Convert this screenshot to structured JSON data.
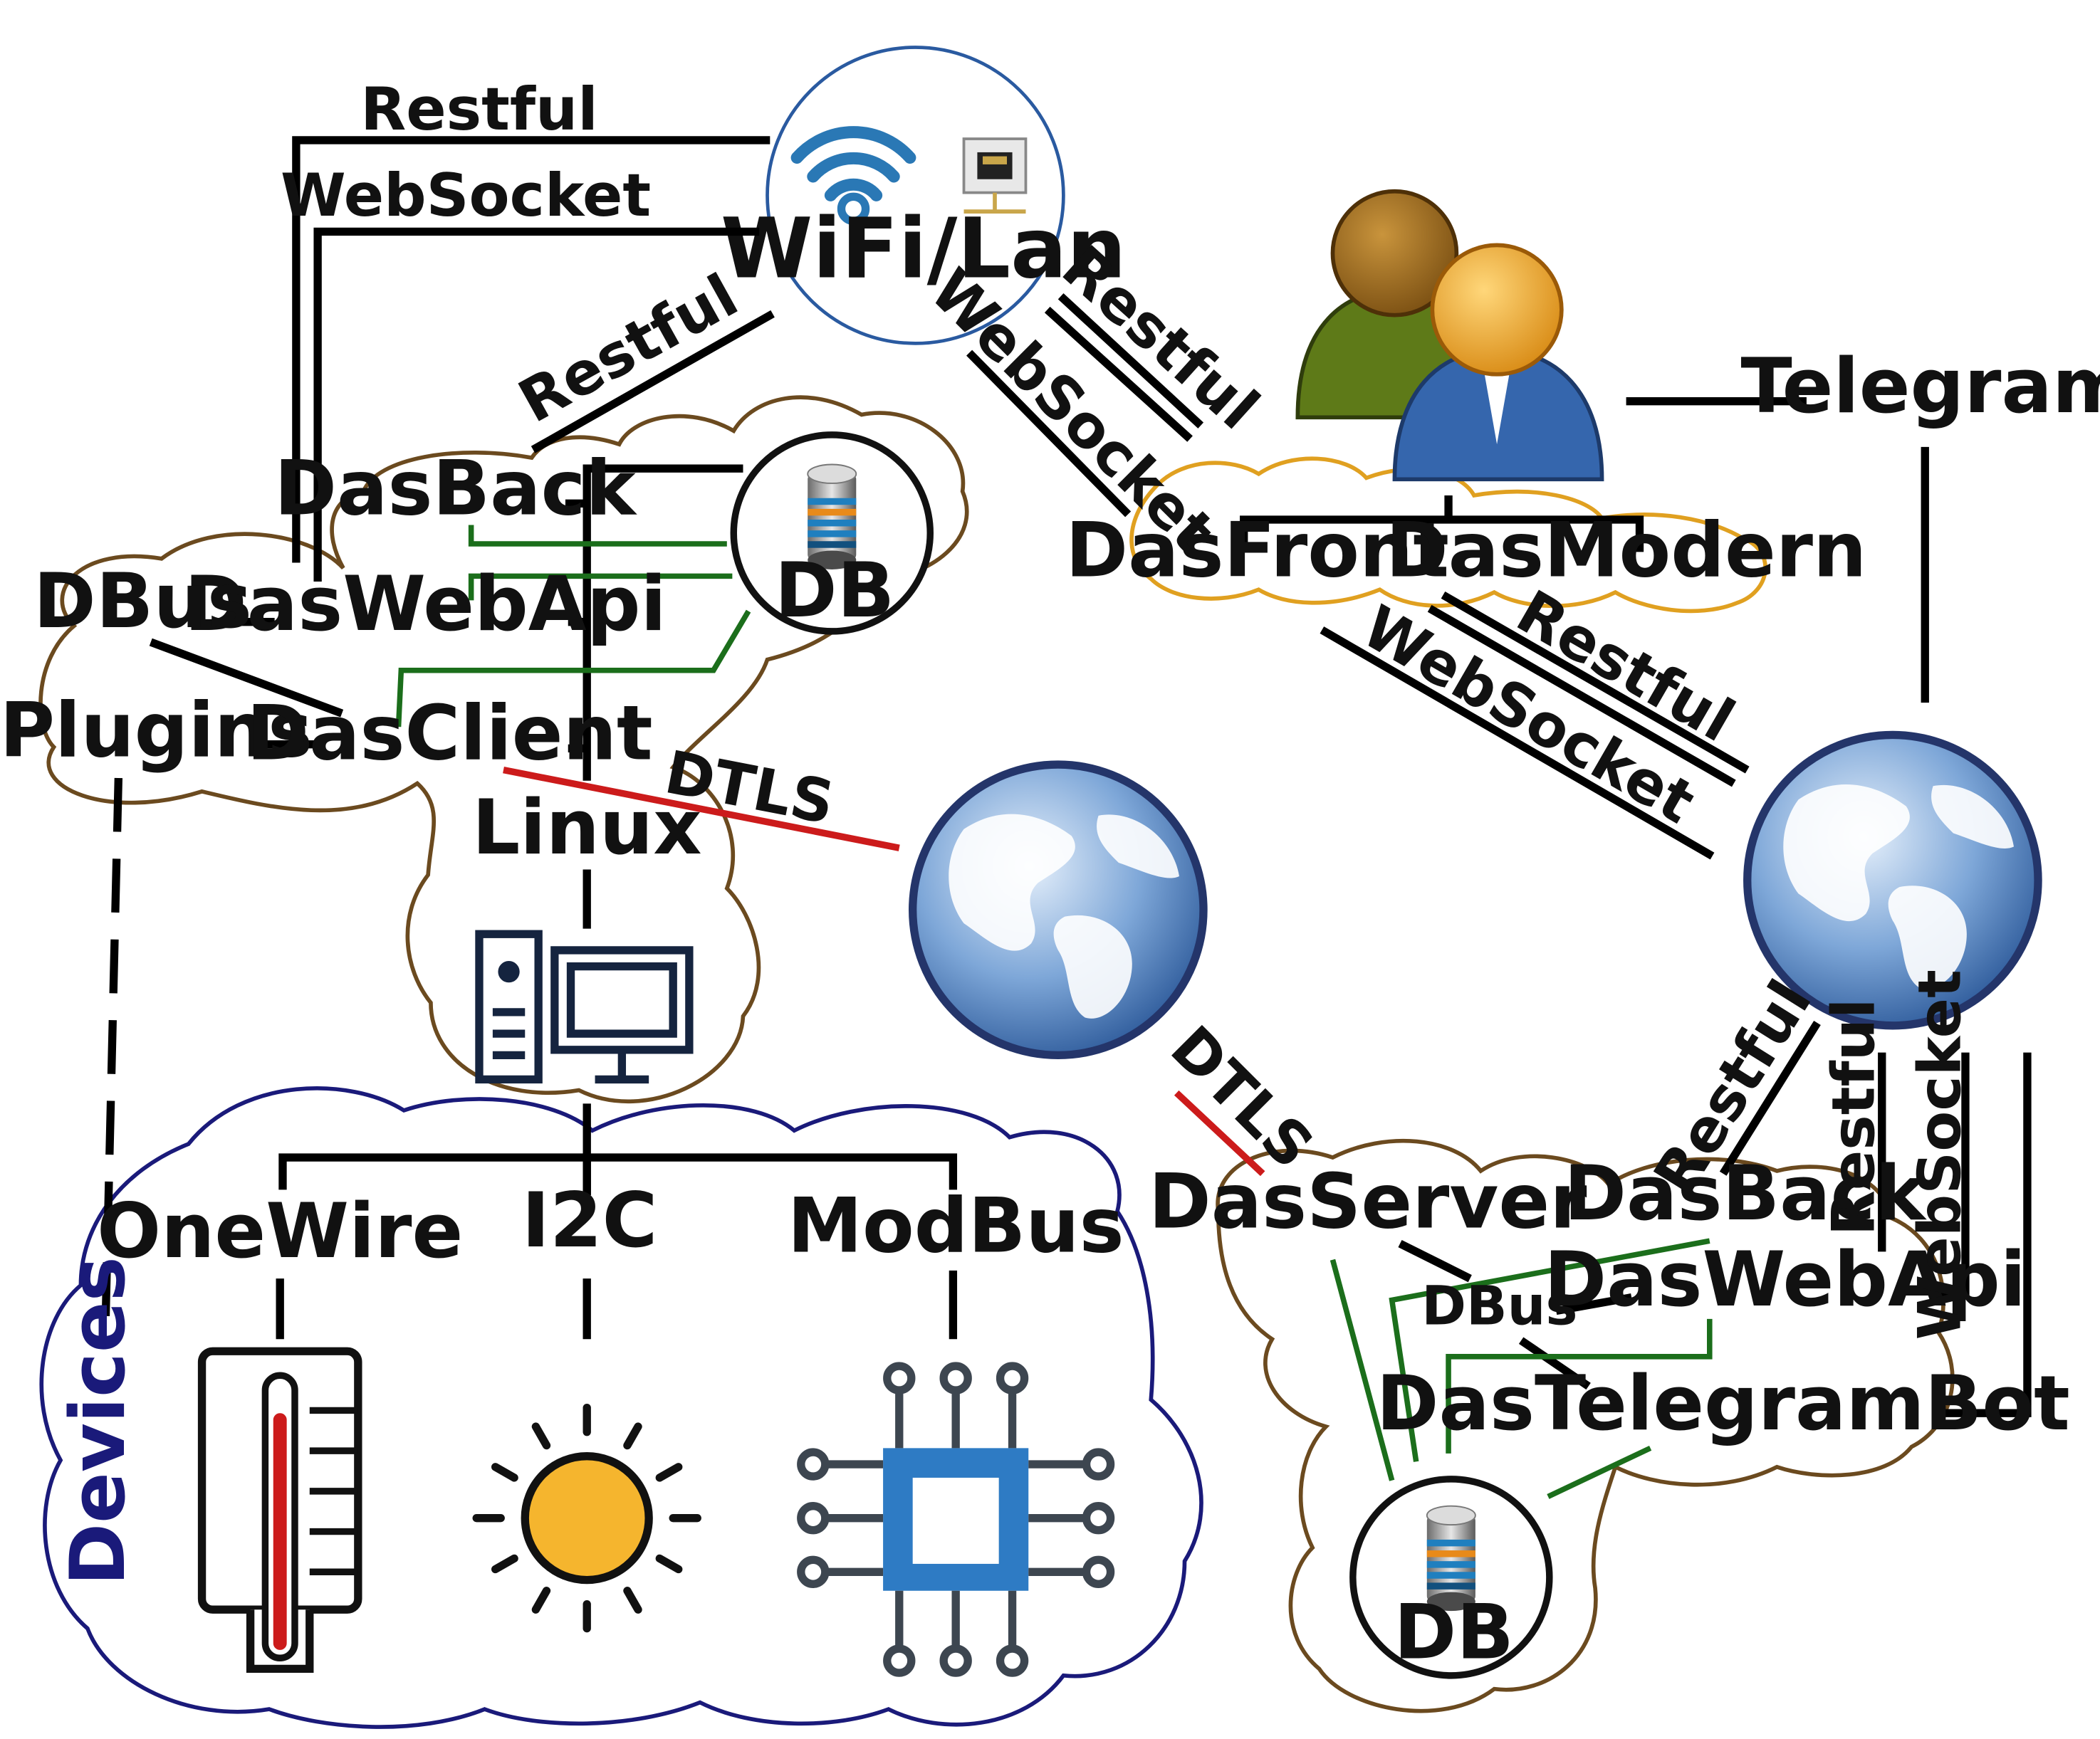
{
  "colors": {
    "black": "#000000",
    "dtls": "#cc1b1b",
    "db_link": "#1b6e1b",
    "cloud_brown": "#6b4a1f",
    "cloud_orange": "#e0a020",
    "cloud_navy": "#1a1a7a",
    "wifi_blue": "#2a78b5",
    "globe_blue": "#3b6fb0",
    "sun": "#f5b52e",
    "chip": "#2e7bc4",
    "therm_red": "#cc1b1b"
  },
  "icons": {
    "wifi": "wifi-icon",
    "ethernet": "ethernet-port-icon",
    "users": "users-icon",
    "database": "database-icon",
    "globe": "globe-icon",
    "computer": "computer-icon",
    "thermometer": "thermometer-icon",
    "sun": "sun-icon",
    "chip": "chip-icon"
  },
  "hub": {
    "label": "WiFi/Lan"
  },
  "top_links": {
    "restful": "Restful",
    "websocket": "WebSocket"
  },
  "device_host": {
    "dasback": "DasBack",
    "daswebapi": "DasWebApi",
    "dbus": "DBus",
    "plugins": "Plugins",
    "dasclient": "DasClient",
    "db": "DB",
    "linux": "Linux",
    "restful_to_hub": "Restful"
  },
  "frontends": {
    "dasfront": "DasFront",
    "dasmodern": "DasModern",
    "telegram": "Telegram",
    "hub_restful": "Restful",
    "hub_websocket": "WebSocket",
    "srv_restful": "Restful",
    "srv_websocket": "WebSocket"
  },
  "dtls": {
    "upper": "DTLS",
    "lower": "DTLS"
  },
  "devices": {
    "title": "Devices",
    "onewire": "OneWire",
    "i2c": "I2C",
    "modbus": "ModBus"
  },
  "server": {
    "dasserver": "DasServer",
    "dasback": "DasBack",
    "dbus": "DBus",
    "daswebapi": "DasWebApi",
    "dastelegrambot": "DasTelegramBot",
    "db": "DB",
    "restful_a": "Restful",
    "restful_b": "Restful",
    "websocket": "WebSocket"
  }
}
